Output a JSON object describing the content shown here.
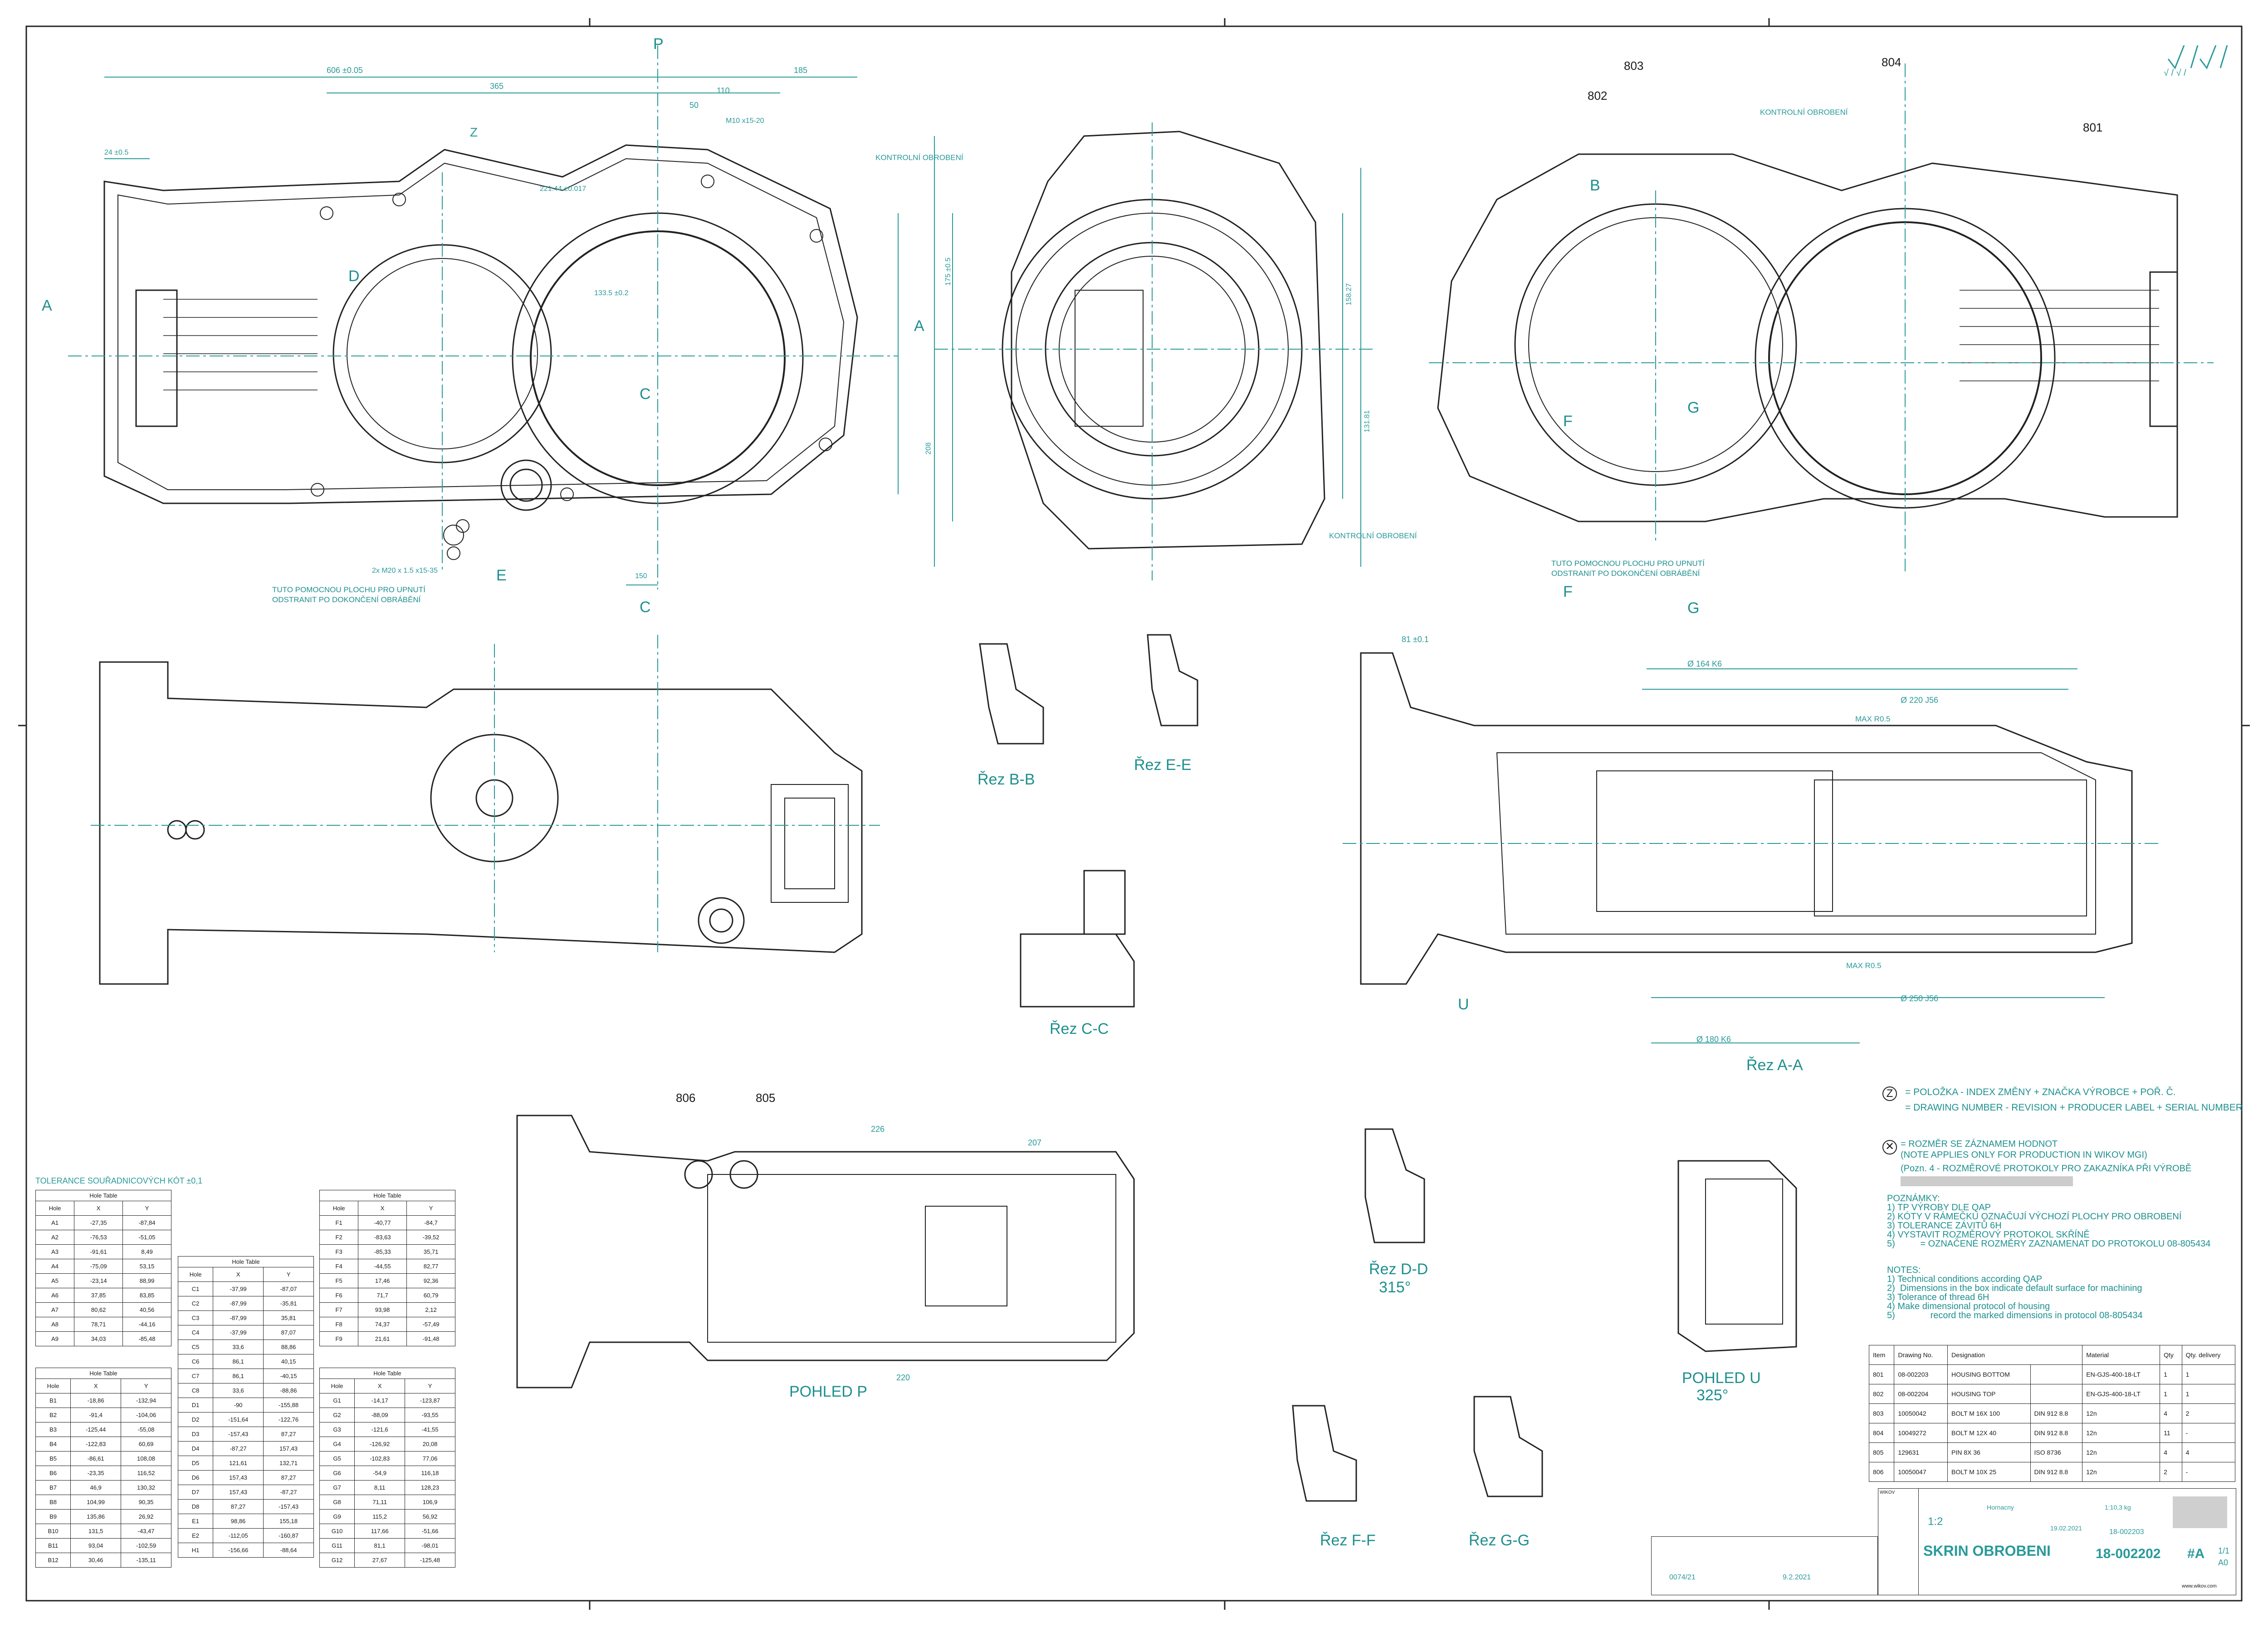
{
  "sheet": {
    "sheet_symbols": "√ / √ /"
  },
  "callouts": {
    "top_left": [
      "A",
      "P",
      "Z",
      "D",
      "C",
      "E",
      "C"
    ],
    "top_left_dims": [
      "606 ±0.05",
      "365",
      "185",
      "110",
      "50",
      "M10 x15-20",
      "24 ±0.5",
      "221.44 ±0.017",
      "133.5 ±0.2",
      "2x M20 x 1.5 x15-35",
      "150"
    ],
    "top_mid_dims": [
      "KONTROLNÍ OBROBENÍ",
      "KONTROLNÍ OBROBENÍ",
      "208",
      "175 ±0.5",
      "158.27",
      "131.81"
    ],
    "top_right_items": [
      "803",
      "804",
      "802",
      "801",
      "B",
      "F",
      "G",
      "F",
      "G"
    ],
    "top_right_notes": [
      "KONTROLNÍ OBROBENÍ",
      "TUTO POMOCNOU PLOCHU PRO UPNUTÍ\nODSTRANIT PO DOKONČENÍ OBRÁBĚNÍ"
    ],
    "top_left_note": "TUTO POMOCNOU PLOCHU PRO UPNUTÍ\nODSTRANIT PO DOKONČENÍ OBRÁBĚNÍ"
  },
  "sections": {
    "rez_bb": "Řez B-B",
    "rez_ee": "Řez E-E",
    "rez_cc": "Řez C-C",
    "rez_aa": "Řez A-A",
    "rez_dd": "Řez D-D",
    "rez_dd_angle": "315°",
    "rez_ff": "Řez F-F",
    "rez_gg": "Řez G-G",
    "pohled_p": "POHLED P",
    "pohled_u": "POHLED U",
    "pohled_u_angle": "325°",
    "items_view_p": [
      "806",
      "805"
    ],
    "dims_view_p": [
      "226",
      "207",
      "220"
    ],
    "section_aa_dims": [
      "Ø 164 K6",
      "Ø 220 J56",
      "Ø 250 J56",
      "Ø 180 K6",
      "MAX R0.5",
      "MAX R0.5",
      "81 ±0.1",
      "U"
    ]
  },
  "notes": {
    "z_legend_line1": "= POLOŽKA - INDEX ZMĚNY + ZNAČKA VÝROBCE + POŘ. Č.",
    "z_legend_line2": "= DRAWING NUMBER - REVISION + PRODUCER LABEL + SERIAL NUMBER",
    "x_legend_line1": "= ROZMĚR SE ZÁZNAMEM HODNOT",
    "x_legend_line2": "(NOTE APPLIES ONLY FOR PRODUCTION IN WIKOV MGI)",
    "x_legend_line3": "(Pozn. 4 - ROZMĚROVÉ PROTOKOLY PRO ZAKAZNÍKA PŘI VÝROBĚ",
    "poznamky_title": "POZNÁMKY:",
    "poznamky": [
      "1) TP VÝROBY DLE QAP",
      "2) KÓTY V RÁMEČKU OZNAČUJÍ VÝCHOZÍ PLOCHY PRO OBROBENÍ",
      "3) TOLERANCE ZÁVITŮ 6H",
      "4) VYSTAVIT ROZMĚROVÝ PROTOKOL SKŘÍNĚ",
      "5)          = OZNAČENÉ ROZMĚRY ZAZNAMENAT DO PROTOKOLU 08-805434"
    ],
    "notes_title": "NOTES:",
    "notes": [
      "1) Technical conditions according QAP",
      "2)  Dimensions in the box indicate default surface for machining",
      "3) Tolerance of thread 6H",
      "4) Make dimensional protocol of housing",
      "5)              record the marked dimensions in protocol 08-805434"
    ]
  },
  "tolerance_title": "TOLERANCE SOUŘADNICOVÝCH KÓT ±0,1",
  "hole_tables": {
    "caption": "Hole Table",
    "headers": [
      "Hole",
      "X",
      "Y"
    ],
    "A": [
      [
        "A1",
        "-27,35",
        "-87,84"
      ],
      [
        "A2",
        "-76,53",
        "-51,05"
      ],
      [
        "A3",
        "-91,61",
        "8,49"
      ],
      [
        "A4",
        "-75,09",
        "53,15"
      ],
      [
        "A5",
        "-23,14",
        "88,99"
      ],
      [
        "A6",
        "37,85",
        "83,85"
      ],
      [
        "A7",
        "80,62",
        "40,56"
      ],
      [
        "A8",
        "78,71",
        "-44,16"
      ],
      [
        "A9",
        "34,03",
        "-85,48"
      ]
    ],
    "B": [
      [
        "B1",
        "-18,86",
        "-132,94"
      ],
      [
        "B2",
        "-91,4",
        "-104,06"
      ],
      [
        "B3",
        "-125,44",
        "-55,08"
      ],
      [
        "B4",
        "-122,83",
        "60,69"
      ],
      [
        "B5",
        "-86,61",
        "108,08"
      ],
      [
        "B6",
        "-23,35",
        "116,52"
      ],
      [
        "B7",
        "46,9",
        "130,32"
      ],
      [
        "B8",
        "104,99",
        "90,35"
      ],
      [
        "B9",
        "135,86",
        "26,92"
      ],
      [
        "B10",
        "131,5",
        "-43,47"
      ],
      [
        "B11",
        "93,04",
        "-102,59"
      ],
      [
        "B12",
        "30,46",
        "-135,11"
      ]
    ],
    "C": [
      [
        "C1",
        "-37,99",
        "-87,07"
      ],
      [
        "C2",
        "-87,99",
        "-35,81"
      ],
      [
        "C3",
        "-87,99",
        "35,81"
      ],
      [
        "C4",
        "-37,99",
        "87,07"
      ],
      [
        "C5",
        "33,6",
        "88,86"
      ],
      [
        "C6",
        "86,1",
        "40,15"
      ],
      [
        "C7",
        "86,1",
        "-40,15"
      ],
      [
        "C8",
        "33,6",
        "-88,86"
      ],
      [
        "D1",
        "-90",
        "-155,88"
      ],
      [
        "D2",
        "-151,64",
        "-122,76"
      ],
      [
        "D3",
        "-157,43",
        "87,27"
      ],
      [
        "D4",
        "-87,27",
        "157,43"
      ],
      [
        "D5",
        "121,61",
        "132,71"
      ],
      [
        "D6",
        "157,43",
        "87,27"
      ],
      [
        "D7",
        "157,43",
        "-87,27"
      ],
      [
        "D8",
        "87,27",
        "-157,43"
      ],
      [
        "E1",
        "98,86",
        "155,18"
      ],
      [
        "E2",
        "-112,05",
        "-160,87"
      ],
      [
        "H1",
        "-156,66",
        "-88,64"
      ]
    ],
    "F": [
      [
        "F1",
        "-40,77",
        "-84,7"
      ],
      [
        "F2",
        "-83,63",
        "-39,52"
      ],
      [
        "F3",
        "-85,33",
        "35,71"
      ],
      [
        "F4",
        "-44,55",
        "82,77"
      ],
      [
        "F5",
        "17,46",
        "92,36"
      ],
      [
        "F6",
        "71,7",
        "60,79"
      ],
      [
        "F7",
        "93,98",
        "2,12"
      ],
      [
        "F8",
        "74,37",
        "-57,49"
      ],
      [
        "F9",
        "21,61",
        "-91,48"
      ]
    ],
    "G": [
      [
        "G1",
        "-14,17",
        "-123,87"
      ],
      [
        "G2",
        "-88,09",
        "-93,55"
      ],
      [
        "G3",
        "-121,6",
        "-41,55"
      ],
      [
        "G4",
        "-126,92",
        "20,08"
      ],
      [
        "G5",
        "-102,83",
        "77,06"
      ],
      [
        "G6",
        "-54,9",
        "116,18"
      ],
      [
        "G7",
        "8,11",
        "128,23"
      ],
      [
        "G8",
        "71,11",
        "106,9"
      ],
      [
        "G9",
        "115,2",
        "56,92"
      ],
      [
        "G10",
        "117,66",
        "-51,66"
      ],
      [
        "G11",
        "81,1",
        "-98,01"
      ],
      [
        "G12",
        "27,67",
        "-125,48"
      ]
    ]
  },
  "bom": {
    "headers": [
      "Item",
      "Drawing No.",
      "Designation",
      "",
      "Material",
      "Qty",
      "Qty. delivery"
    ],
    "rows": [
      [
        "801",
        "08-002203",
        "HOUSING BOTTOM",
        "",
        "EN-GJS-400-18-LT",
        "1",
        "1"
      ],
      [
        "802",
        "08-002204",
        "HOUSING TOP",
        "",
        "EN-GJS-400-18-LT",
        "1",
        "1"
      ],
      [
        "803",
        "10050042",
        "BOLT M 16X 100",
        "DIN 912  8.8",
        "12n",
        "4",
        "2"
      ],
      [
        "804",
        "10049272",
        "BOLT M 12X 40",
        "DIN 912  8.8",
        "12n",
        "11",
        "-"
      ],
      [
        "805",
        "129631",
        "PIN 8X 36",
        "ISO 8736",
        "12n",
        "4",
        "4"
      ],
      [
        "806",
        "10050047",
        "BOLT M 10X 25",
        "DIN 912  8.8",
        "12n",
        "2",
        "-"
      ]
    ]
  },
  "title_block": {
    "scale": "1:2",
    "weight": "1:10,3 kg",
    "title": "SKRIN OBROBENI",
    "drawing_number": "18-002202",
    "revision": "#A",
    "ref_number": "18-002203",
    "sheet": "1/1",
    "format": "A0",
    "date1": "19.02.2021",
    "date2": "9.2.2021",
    "revision_code": "0074/21",
    "author": "Hornacny",
    "website": "www.wikov.com"
  }
}
